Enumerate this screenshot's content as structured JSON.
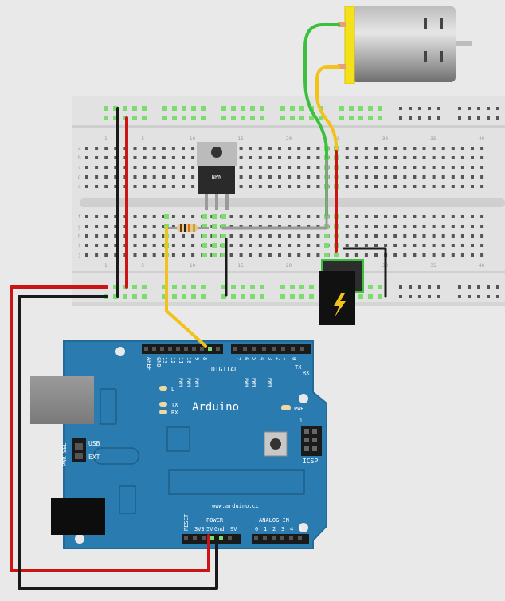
{
  "breadboard": {
    "column_numbers": [
      "1",
      "5",
      "10",
      "15",
      "20",
      "25",
      "30",
      "35",
      "40"
    ],
    "row_letters": [
      "a",
      "b",
      "c",
      "d",
      "e",
      "f",
      "g",
      "h",
      "i",
      "j"
    ]
  },
  "transistor": {
    "label": "NPN"
  },
  "arduino": {
    "brand": "Arduino",
    "url": "www.arduino.cc",
    "digital_label": "DIGITAL",
    "top_pins": [
      "AREF",
      "GND",
      "13",
      "12",
      "11",
      "10",
      "9",
      "8",
      "7",
      "6",
      "5",
      "4",
      "3",
      "2",
      "1",
      "0"
    ],
    "tx_pin": "TX",
    "rx_pin": "RX",
    "pwm_labels": [
      "PWM",
      "PWM",
      "PWM",
      "PWM",
      "PWM",
      "PWM"
    ],
    "led_l": "L",
    "led_tx": "TX",
    "led_rx": "RX",
    "pwr_led": "PWR",
    "pwr_sel": "PWR SEL",
    "usb": "USB",
    "ext": "EXT",
    "icsp": "ICSP",
    "icsp_one": "1",
    "reset": "RESET",
    "power_label": "POWER",
    "power_pins": [
      "3V3",
      "5V",
      "Gnd",
      "9V"
    ],
    "analog_label": "ANALOG IN",
    "analog_pins": [
      "0",
      "1",
      "2",
      "3",
      "4",
      "5"
    ]
  },
  "colors": {
    "board": "#2a7bb0",
    "wire_red": "#cc1414",
    "wire_black": "#1a1a1a",
    "wire_green": "#3cbf3c",
    "wire_yellow": "#f2c21b",
    "wire_grey": "#9a9a9a",
    "motor_yellow": "#f5e11a"
  }
}
